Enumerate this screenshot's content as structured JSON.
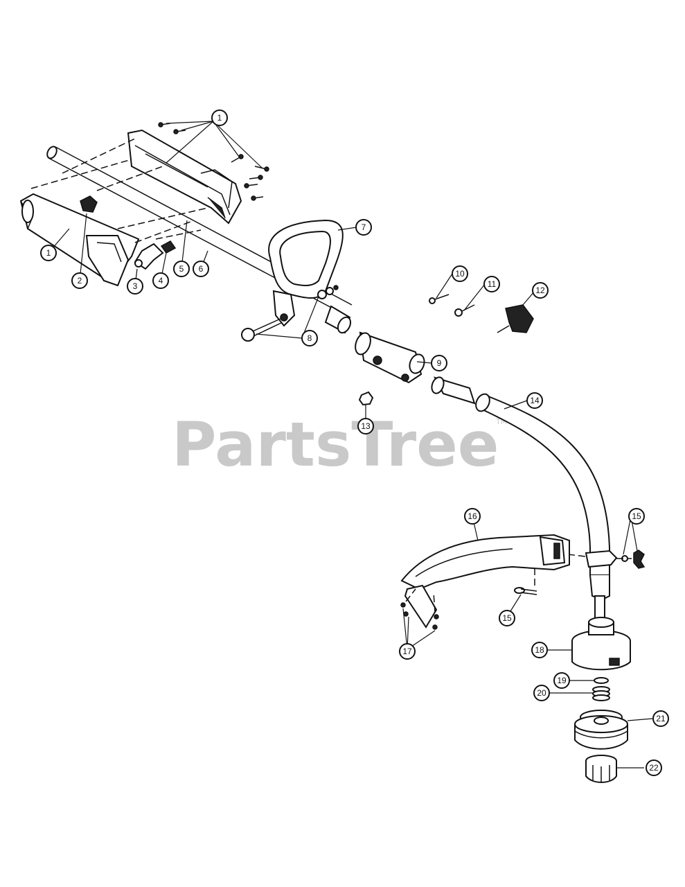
{
  "watermark": {
    "text": "PartsTree",
    "trademark": "TM",
    "color": "#c9c9c9"
  },
  "callouts": [
    {
      "id": "c1a",
      "label": "1"
    },
    {
      "id": "c1b",
      "label": "1"
    },
    {
      "id": "c2",
      "label": "2"
    },
    {
      "id": "c3",
      "label": "3"
    },
    {
      "id": "c4",
      "label": "4"
    },
    {
      "id": "c5",
      "label": "5"
    },
    {
      "id": "c6",
      "label": "6"
    },
    {
      "id": "c7",
      "label": "7"
    },
    {
      "id": "c8",
      "label": "8"
    },
    {
      "id": "c9",
      "label": "9"
    },
    {
      "id": "c10",
      "label": "10"
    },
    {
      "id": "c11",
      "label": "11"
    },
    {
      "id": "c12",
      "label": "12"
    },
    {
      "id": "c13",
      "label": "13"
    },
    {
      "id": "c14",
      "label": "14"
    },
    {
      "id": "c15a",
      "label": "15"
    },
    {
      "id": "c15b",
      "label": "15"
    },
    {
      "id": "c16",
      "label": "16"
    },
    {
      "id": "c17",
      "label": "17"
    },
    {
      "id": "c18",
      "label": "18"
    },
    {
      "id": "c19",
      "label": "19"
    },
    {
      "id": "c20",
      "label": "20"
    },
    {
      "id": "c21",
      "label": "21"
    },
    {
      "id": "c22",
      "label": "22"
    }
  ]
}
